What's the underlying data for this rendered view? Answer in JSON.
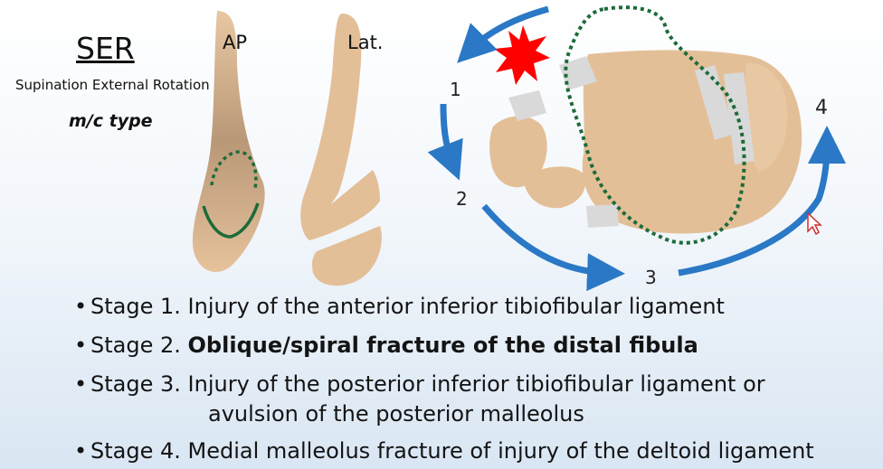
{
  "title": "SER",
  "subtitle": "Supination External Rotation",
  "mc_type": "m/c type",
  "views": {
    "ap": "AP",
    "lat": "Lat."
  },
  "stage_numbers": [
    "1",
    "2",
    "3",
    "4"
  ],
  "stages": [
    {
      "prefix": "Stage 1.",
      "text": "Injury of the anterior inferior tibiofibular ligament"
    },
    {
      "prefix": "Stage 2.",
      "text": "Oblique/spiral fracture of the distal fibula"
    },
    {
      "prefix": "Stage 3.",
      "text": "Injury of the posterior inferior tibiofibular ligament or",
      "text2": "avulsion of the posterior malleolus"
    },
    {
      "prefix": "Stage 4.",
      "text": "Medial malleolus fracture of injury of the deltoid ligament"
    }
  ],
  "colors": {
    "bone": "#e3bf98",
    "bone_shadow": "#b89776",
    "fracture_line": "#1d6b3a",
    "arrow": "#2a78c6",
    "injury_star": "#ff0000",
    "ligament": "#d9d9d9"
  },
  "icons": [
    "injury-star-icon",
    "mouse-cursor-icon"
  ]
}
